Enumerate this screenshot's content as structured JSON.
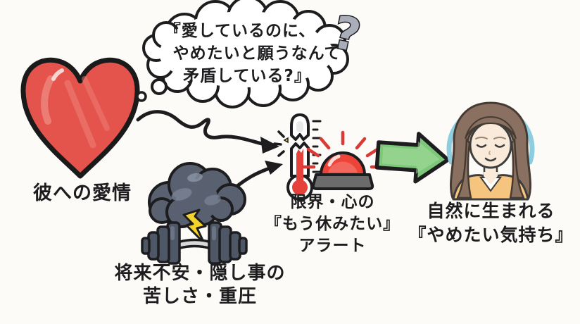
{
  "bubble": {
    "line1": "『愛しているのに、",
    "line2": "やめたいと願うなんて",
    "line3": "矛盾している?』",
    "qmark": "?"
  },
  "labels": {
    "heart": "彼への愛情",
    "burden1": "将来不安・隠し事の",
    "burden2": "苦しさ・重圧",
    "alert1": "限界・心の",
    "alert2": "『もう休みたい』",
    "alert3": "アラート",
    "result1": "自然に生まれる",
    "result2": "『やめたい気持ち』"
  },
  "icons": {
    "heart": "heart-icon",
    "thought_bubble": "thought-bubble",
    "question_mark": "question-mark-icon",
    "storm_cloud": "storm-cloud-icon",
    "lightning": "lightning-icon",
    "barbell": "barbell-icon",
    "thermometer": "broken-thermometer-icon",
    "siren": "alarm-siren-icon",
    "green_arrow": "green-arrow-icon",
    "woman": "calm-woman-illustration"
  },
  "colors": {
    "background": "#fcfbf7",
    "ink": "#1d1d1f",
    "heart_red": "#e4544c",
    "cloud_gray": "#596170",
    "lightning_yellow": "#f6d32b",
    "thermometer_red": "#e6403a",
    "siren_red": "#ee4438",
    "arrow_green": "#7cc878",
    "halo_blue": "#8ecddf",
    "skin": "#f9ead9",
    "shirt_orange": "#f5c47f",
    "hair_brown": "#8a7060",
    "question_gray": "#a9aeba"
  }
}
